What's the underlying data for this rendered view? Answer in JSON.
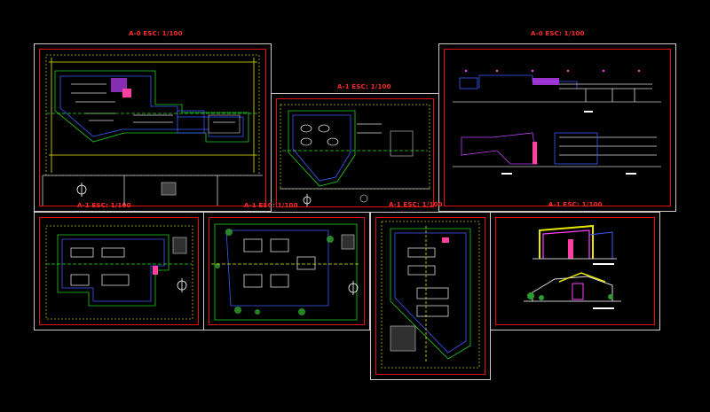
{
  "viewer": {
    "background_color": "#000000",
    "sheet_border_color": "#c9c9c9",
    "frame_color": "#e01010",
    "title_color": "#ff2a2a"
  },
  "sheets": [
    {
      "id": "top-left-plan",
      "title": "A-0 ESC: 1/100"
    },
    {
      "id": "top-middle-plan",
      "title": "A-1 ESC: 1/100"
    },
    {
      "id": "top-right-elevations",
      "title": "A-0 ESC: 1/100"
    },
    {
      "id": "bottom-left-plan",
      "title": "A-1 ESC: 1/100"
    },
    {
      "id": "bottom-second-plan",
      "title": "A-1 ESC: 1/100"
    },
    {
      "id": "bottom-middle-plan",
      "title": "A-1 ESC: 1/100"
    },
    {
      "id": "bottom-right-perspective",
      "title": ""
    }
  ],
  "elevations_title_lower": "A-1 ESC: 1/100"
}
